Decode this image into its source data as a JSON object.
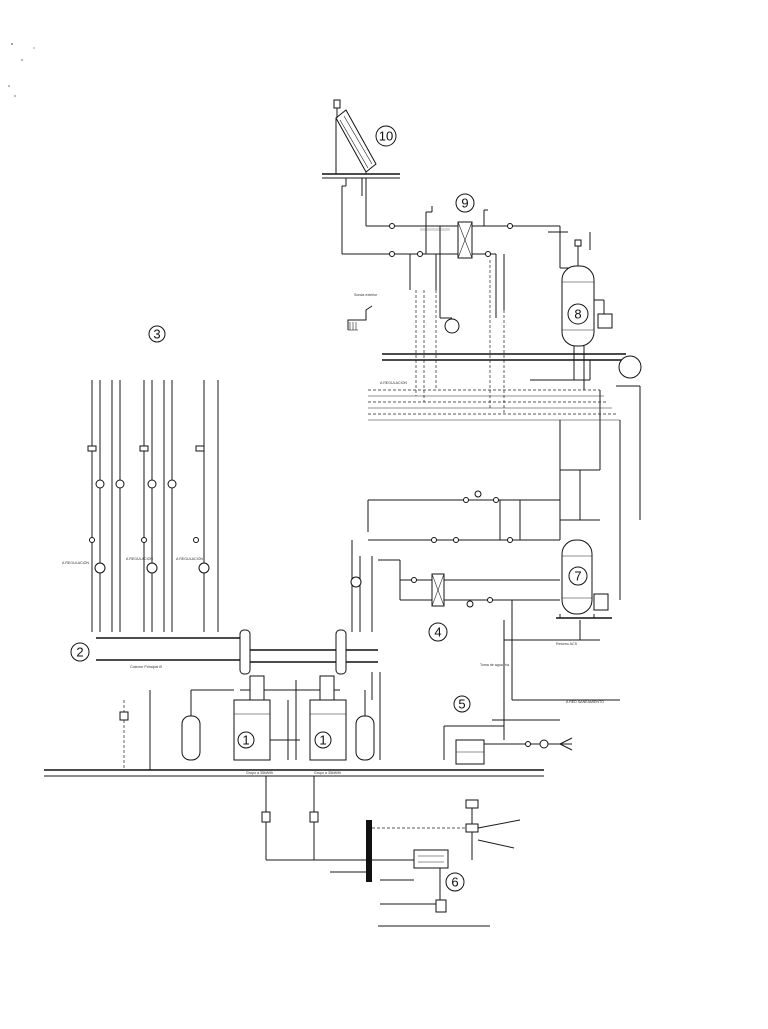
{
  "diagram": {
    "callouts": [
      "1",
      "1",
      "2",
      "3",
      "4",
      "5",
      "6",
      "7",
      "8",
      "9",
      "10"
    ],
    "small_labels": {
      "sonda_exterior": "Sonda exterior",
      "a_regulacion": "A REGULACION",
      "a_regulacion_b": "A REGULACION",
      "a_regulacion_c": "A REGULACION",
      "colector": "Colector Principal Ø",
      "grupo_1": "Grupo a 35kW/fh",
      "grupo_2": "Grupo a 35kW/fh",
      "toma": "Toma de agua fría",
      "retorno": "Retorno ACS",
      "a_red": "A RED SANEAMIENTO"
    }
  }
}
